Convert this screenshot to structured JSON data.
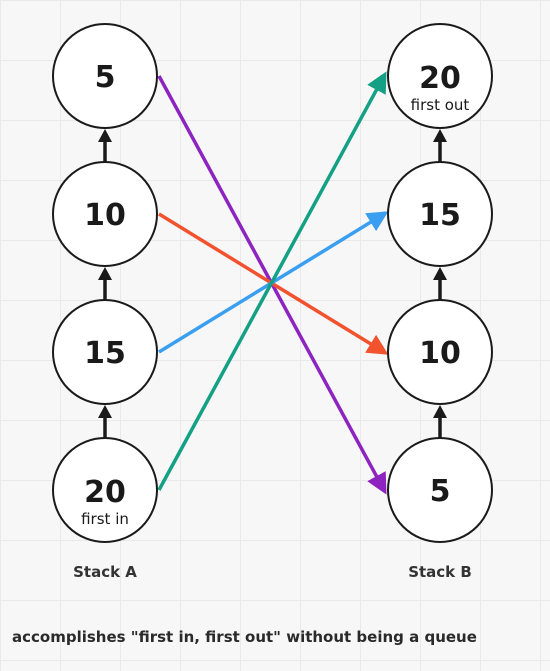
{
  "stacks": {
    "a": {
      "label": "Stack A",
      "nodes": [
        {
          "value": "5",
          "sub": ""
        },
        {
          "value": "10",
          "sub": ""
        },
        {
          "value": "15",
          "sub": ""
        },
        {
          "value": "20",
          "sub": "first in"
        }
      ]
    },
    "b": {
      "label": "Stack B",
      "nodes": [
        {
          "value": "20",
          "sub": "first out"
        },
        {
          "value": "15",
          "sub": ""
        },
        {
          "value": "10",
          "sub": ""
        },
        {
          "value": "5",
          "sub": ""
        }
      ]
    }
  },
  "transfers": [
    {
      "from": "5",
      "to": "5",
      "color": "#8e24c0"
    },
    {
      "from": "10",
      "to": "10",
      "color": "#f2522e"
    },
    {
      "from": "15",
      "to": "15",
      "color": "#3a9ff0"
    },
    {
      "from": "20",
      "to": "20",
      "color": "#14a085"
    }
  ],
  "caption": "accomplishes \"first in, first out\" without being a queue"
}
